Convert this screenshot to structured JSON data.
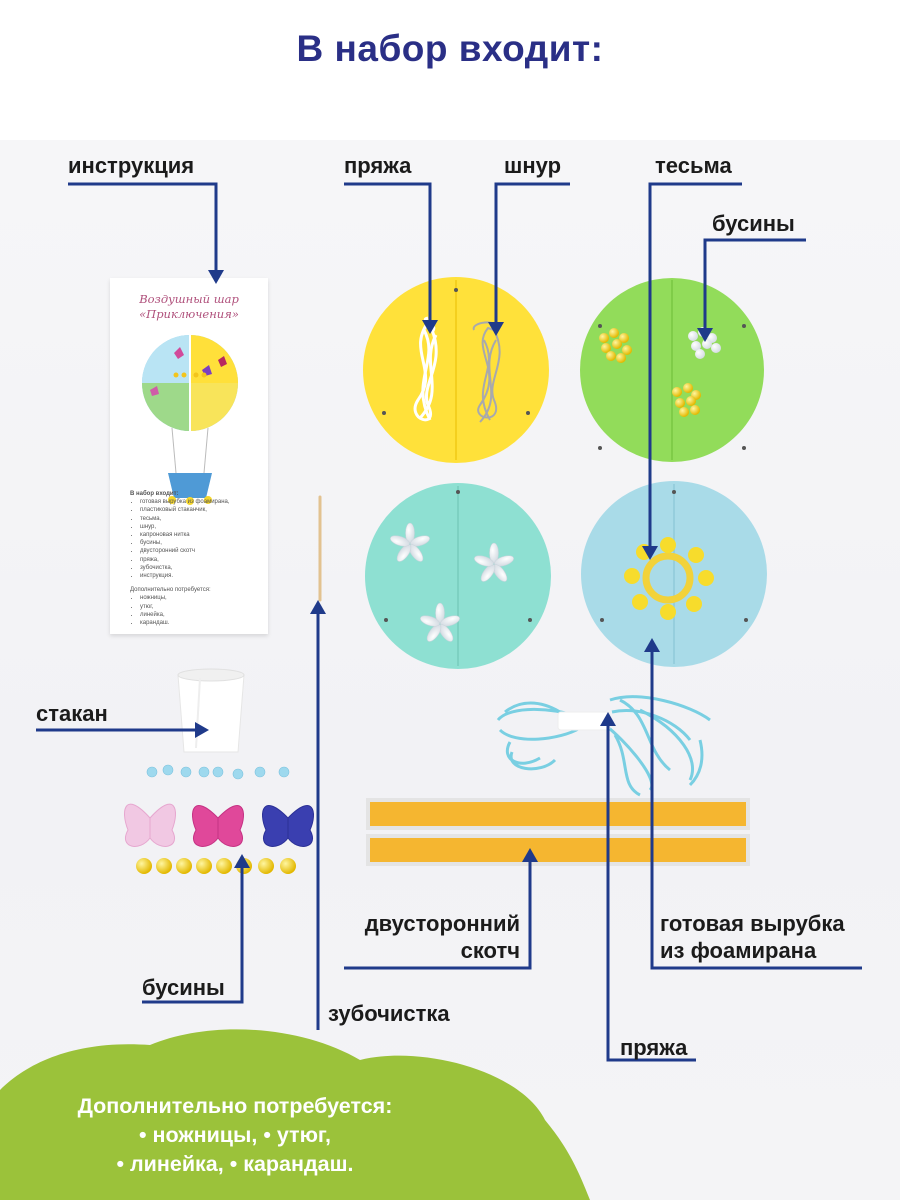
{
  "header": {
    "title": "В набор входит:"
  },
  "labels": {
    "instruction": "инструкция",
    "yarn_top": "пряжа",
    "cord": "шнур",
    "ribbon": "тесьма",
    "beads_top": "бусины",
    "cup": "стакан",
    "beads_bottom": "бусины",
    "toothpick": "зубочистка",
    "tape_line1": "двусторонний",
    "tape_line2": "скотч",
    "die_cut_line1": "готовая вырубка",
    "die_cut_line2": "из фоамирана",
    "yarn_bottom": "пряжа"
  },
  "instruction_card": {
    "title_line1": "Воздушный шар",
    "title_line2": "«Приключения»",
    "contents_heading": "В набор входит:",
    "contents": [
      "готовая вырубка из фоамирана,",
      "пластиковый стаканчик,",
      "тесьма,",
      "шнур,",
      "капроновая нитка",
      "бусины,",
      "двусторонний скотч",
      "пряжа,",
      "зубочистка,",
      "инструкция."
    ],
    "extra_heading": "Дополнительно потребуется:",
    "extra": [
      "ножницы,",
      "утюг,",
      "линейка,",
      "карандаш."
    ]
  },
  "footer": {
    "line1": "Дополнительно потребуется:",
    "line2": "• ножницы, • утюг,",
    "line3": "• линейка, • карандаш."
  },
  "colors": {
    "title": "#2a2f86",
    "arrow": "#1f3a8a",
    "footer_green": "#9bc23a",
    "disc_yellow": "#ffe13a",
    "disc_green": "#92dc5a",
    "disc_mint": "#8ee0d2",
    "disc_blue": "#a9dbe8",
    "tape": "#f5b630"
  }
}
